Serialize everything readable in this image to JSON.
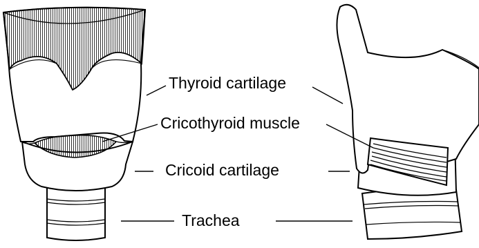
{
  "labels": {
    "thyroid": "Thyroid cartilage",
    "cricothyroid": "Cricothyroid muscle",
    "cricoid": "Cricoid cartilage",
    "trachea": "Trachea"
  }
}
